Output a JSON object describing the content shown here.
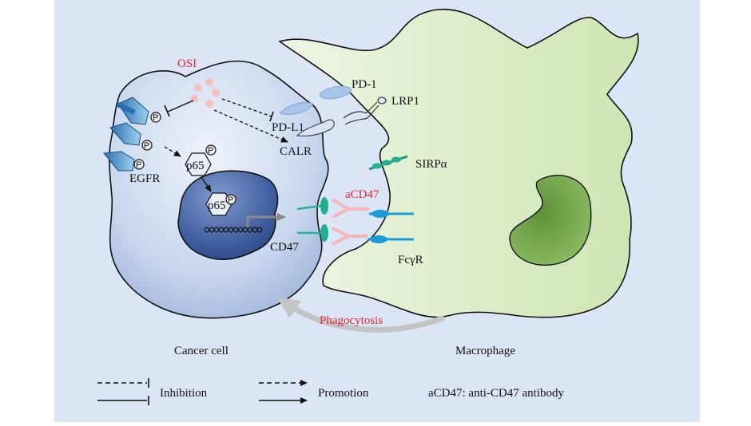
{
  "colors": {
    "panel": "#dbe5f5",
    "macrophage": "#dbecc4",
    "cancer_cell": "#c2d2ec",
    "nucleus": "#3e5c9c",
    "accent_red": "#e3262f"
  },
  "labels": {
    "osi": "OSI",
    "pd1": "PD-1",
    "lrp1": "LRP1",
    "pdl1": "PD-L1",
    "calr": "CALR",
    "sirpa": "SIRPα",
    "acd47": "aCD47",
    "cd47": "CD47",
    "fcgr": "FcγR",
    "egfr": "EGFR",
    "p65_cyto": "p65",
    "p65_nuc": "p65",
    "phospho": "P",
    "phagocytosis": "Phagocytosis",
    "cancer_cell": "Cancer cell",
    "macrophage": "Macrophage"
  },
  "legend": {
    "inhibition": "Inhibition",
    "promotion": "Promotion",
    "note": "aCD47: anti-CD47 antibody"
  },
  "icons": [
    "egfr-receptor-icon",
    "phospho-icon",
    "p65-hexagon-icon",
    "dna-icon",
    "antibody-icon",
    "receptor-icon"
  ]
}
